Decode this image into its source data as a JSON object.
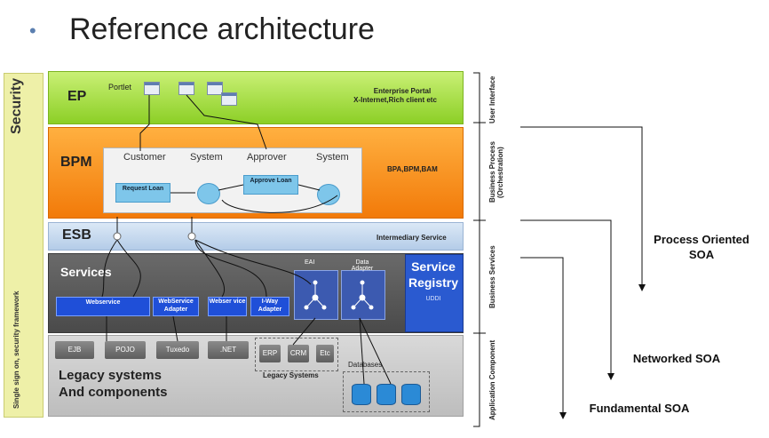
{
  "slide": {
    "bullet": "•",
    "title": "Reference architecture"
  },
  "security": {
    "label": "Security",
    "sub": "Single sign on, security framework"
  },
  "ep": {
    "label": "EP",
    "portlet": "Portlet",
    "desc_line1": "Enterprise Portal",
    "desc_line2": "X-Internet,Rich client etc"
  },
  "bpm": {
    "label": "BPM",
    "lanes": [
      "Customer",
      "System",
      "Approver",
      "System"
    ],
    "task1": "Request Loan",
    "task2": "Approve Loan",
    "tags": "BPA,BPM,BAM"
  },
  "esb": {
    "label": "ESB",
    "desc": "Intermediary Service"
  },
  "services": {
    "label": "Services",
    "webservice": "Webservice",
    "ws_adapter": "WebService Adapter",
    "webservice2": "Webser vice",
    "iway": "I-Way Adapter",
    "eai": "EAI",
    "data_adapter": "Data Adapter"
  },
  "registry": {
    "line1": "Service",
    "line2": "Registry",
    "uddi": "UDDI"
  },
  "legacy": {
    "items": [
      "EJB",
      "POJO",
      "Tuxedo",
      ".NET"
    ],
    "systems": [
      "ERP",
      "CRM",
      "Etc"
    ],
    "systems_label": "Legacy Systems",
    "databases": "Databases",
    "title_line1": "Legacy systems",
    "title_line2": "And components"
  },
  "side_labels": {
    "ui": "User Interface",
    "bp": "Business Process (Orchestration)",
    "bs": "Business Services",
    "ac": "Application Component"
  },
  "soa": {
    "process_line1": "Process Oriented",
    "process_line2": "SOA",
    "networked": "Networked SOA",
    "fundamental": "Fundamental SOA"
  },
  "colors": {
    "ep": "#8ccf26",
    "bpm": "#f27a09",
    "esb": "#b4cce8",
    "services": "#4a4a4a",
    "legacy": "#bdbdbd",
    "registry": "#2a5ad0"
  }
}
